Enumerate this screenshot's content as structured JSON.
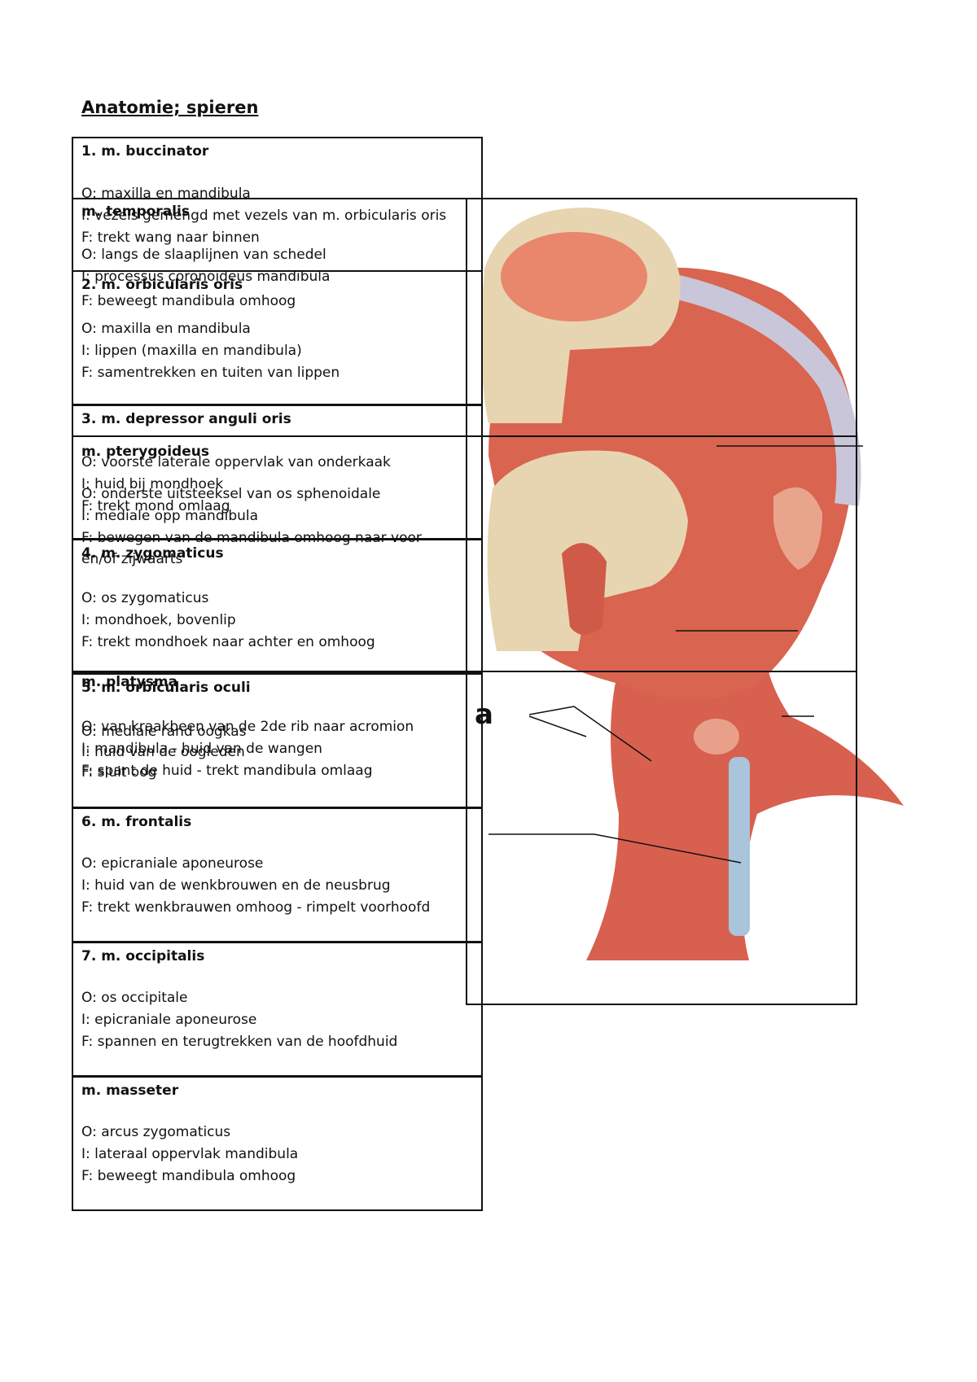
{
  "title": "Anatomie; spieren",
  "cells": [
    {
      "heading": "1. m. buccinator",
      "lines": [
        "O: maxilla en mandibula",
        "I: vezels gemengd met vezels van m. orbicularis oris",
        "F: trekt wang naar binnen"
      ]
    },
    {
      "heading": "2. m. orbicularis oris",
      "lines": [
        "F: beweegt mandibula omhoog",
        "O: maxilla en mandibula",
        "I: lippen  (maxilla en mandibula)",
        "F: samentrekken en tuiten van lippen"
      ]
    },
    {
      "heading": "3. m. depressor anguli oris",
      "lines": [
        "O: voorste laterale oppervlak van onderkaak",
        "I: huid bij mondhoek",
        "F: trekt mond omlaag"
      ]
    },
    {
      "heading": "4. m. zygomaticus",
      "lines": [
        "O: os zygomaticus",
        "I: mondhoek, bovenlip",
        "F: trekt mondhoek naar achter en omhoog"
      ]
    },
    {
      "heading": "5. m. orbicularis oculi",
      "lines": [
        "O: mediale rand oogkas",
        "I: huid van de oogleden",
        "F: sluit oog"
      ]
    },
    {
      "heading": "6. m. frontalis",
      "lines": [
        "O: epicraniale aponeurose",
        "I: huid van de wenkbrouwen en de neusbrug",
        "F: trekt wenkbrauwen omhoog - rimpelt voorhoofd"
      ]
    },
    {
      "heading": "7. m. occipitalis",
      "lines": [
        "O: os occipitale",
        "I: epicraniale aponeurose",
        "F: spannen en terugtrekken van de hoofdhuid"
      ]
    },
    {
      "heading": "m. masseter",
      "lines": [
        "O: arcus zygomaticus",
        "I: lateraal oppervlak mandibula",
        "F: beweegt mandibula omhoog"
      ]
    }
  ],
  "overlay": {
    "temporalis": {
      "heading": "m. temporalis",
      "origin": "O: langs de slaaplijnen van schedel",
      "insertion": "I: processus coronoideus mandibula"
    },
    "pterygoideus": {
      "heading": "m. pterygoideus",
      "origin": "O: onderste uitsteeksel van os sphenoidale",
      "insertion": "I: mediale opp mandibula",
      "function1": "F: bewegen van de mandibula omhoog naar voor",
      "function2": "en/of zijwaarts"
    },
    "platysma": {
      "heading": "m. platysma",
      "origin": "O: van kraakbeen van de 2de rib naar acromion",
      "insertion": "I: mandibula - huid van de wangen",
      "function": "F: spant de huid - trekt mandibula omlaag"
    }
  },
  "figure": {
    "label": "a"
  }
}
